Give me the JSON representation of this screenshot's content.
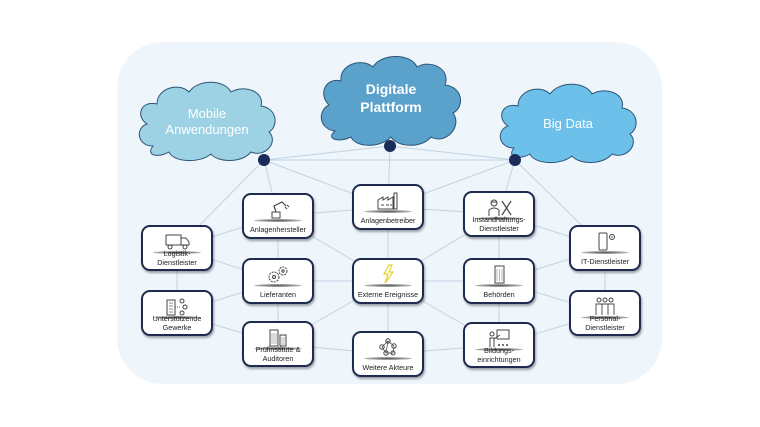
{
  "diagram": {
    "clouds": [
      {
        "id": "mobile",
        "label_lines": [
          "Mobile",
          "Anwendungen"
        ],
        "color": "#9cd2e4",
        "bold": false
      },
      {
        "id": "platform",
        "label_lines": [
          "Digitale",
          "Plattform"
        ],
        "color": "#5aa2cb",
        "bold": true
      },
      {
        "id": "bigdata",
        "label_lines": [
          "Big Data"
        ],
        "color": "#6cc0ea",
        "bold": false
      }
    ],
    "nodes": [
      {
        "id": "logistik",
        "label_lines": [
          "Logistik-",
          "Dienstleister"
        ],
        "icon": "truck-icon"
      },
      {
        "id": "unterstuetzende",
        "label_lines": [
          "Unterstützende",
          "Gewerke"
        ],
        "icon": "building-network-icon"
      },
      {
        "id": "anlagenhersteller",
        "label_lines": [
          "Anlagenhersteller"
        ],
        "icon": "robot-arm-icon"
      },
      {
        "id": "lieferanten",
        "label_lines": [
          "Lieferanten"
        ],
        "icon": "gears-icon"
      },
      {
        "id": "pruefinstitute",
        "label_lines": [
          "Prüfinstitute &",
          "Auditoren"
        ],
        "icon": "office-buildings-icon"
      },
      {
        "id": "anlagenbetreiber",
        "label_lines": [
          "Anlagenbetreiber"
        ],
        "icon": "factory-icon"
      },
      {
        "id": "externe",
        "label_lines": [
          "Externe Ereignisse"
        ],
        "icon": "lightning-icon"
      },
      {
        "id": "weitere",
        "label_lines": [
          "Weitere Akteure"
        ],
        "icon": "network-icon"
      },
      {
        "id": "instandhaltung",
        "label_lines": [
          "Instandhaltungs-",
          "Dienstleister"
        ],
        "icon": "worker-tools-icon"
      },
      {
        "id": "behoerden",
        "label_lines": [
          "Behörden"
        ],
        "icon": "tower-building-icon"
      },
      {
        "id": "bildung",
        "label_lines": [
          "Bildungs-",
          "einrichtungen"
        ],
        "icon": "teacher-board-icon"
      },
      {
        "id": "it",
        "label_lines": [
          "IT-Dienstleister"
        ],
        "icon": "tablet-gear-icon"
      },
      {
        "id": "personal",
        "label_lines": [
          "Personal-",
          "Dienstleister"
        ],
        "icon": "people-icon"
      }
    ],
    "edges": [
      [
        "mobile",
        "platform"
      ],
      [
        "platform",
        "bigdata"
      ],
      [
        "mobile",
        "bigdata"
      ],
      [
        "mobile",
        "logistik"
      ],
      [
        "mobile",
        "anlagenhersteller"
      ],
      [
        "mobile",
        "anlagenbetreiber"
      ],
      [
        "platform",
        "anlagenbetreiber"
      ],
      [
        "bigdata",
        "anlagenbetreiber"
      ],
      [
        "bigdata",
        "instandhaltung"
      ],
      [
        "bigdata",
        "it"
      ],
      [
        "logistik",
        "unterstuetzende"
      ],
      [
        "logistik",
        "anlagenhersteller"
      ],
      [
        "logistik",
        "lieferanten"
      ],
      [
        "unterstuetzende",
        "lieferanten"
      ],
      [
        "unterstuetzende",
        "pruefinstitute"
      ],
      [
        "anlagenhersteller",
        "lieferanten"
      ],
      [
        "lieferanten",
        "pruefinstitute"
      ],
      [
        "anlagenhersteller",
        "anlagenbetreiber"
      ],
      [
        "anlagenhersteller",
        "externe"
      ],
      [
        "lieferanten",
        "externe"
      ],
      [
        "pruefinstitute",
        "externe"
      ],
      [
        "pruefinstitute",
        "weitere"
      ],
      [
        "anlagenbetreiber",
        "externe"
      ],
      [
        "externe",
        "weitere"
      ],
      [
        "anlagenbetreiber",
        "instandhaltung"
      ],
      [
        "instandhaltung",
        "externe"
      ],
      [
        "externe",
        "behoerden"
      ],
      [
        "externe",
        "bildung"
      ],
      [
        "weitere",
        "bildung"
      ],
      [
        "instandhaltung",
        "behoerden"
      ],
      [
        "behoerden",
        "bildung"
      ],
      [
        "instandhaltung",
        "it"
      ],
      [
        "behoerden",
        "it"
      ],
      [
        "behoerden",
        "personal"
      ],
      [
        "bildung",
        "personal"
      ],
      [
        "it",
        "personal"
      ]
    ],
    "colors": {
      "panel": "#eef5fb",
      "line": "#c3d3e3",
      "dot": "#1b2c5a",
      "node_border": "#1e2b4f",
      "lightning": "#e4d22a"
    }
  }
}
